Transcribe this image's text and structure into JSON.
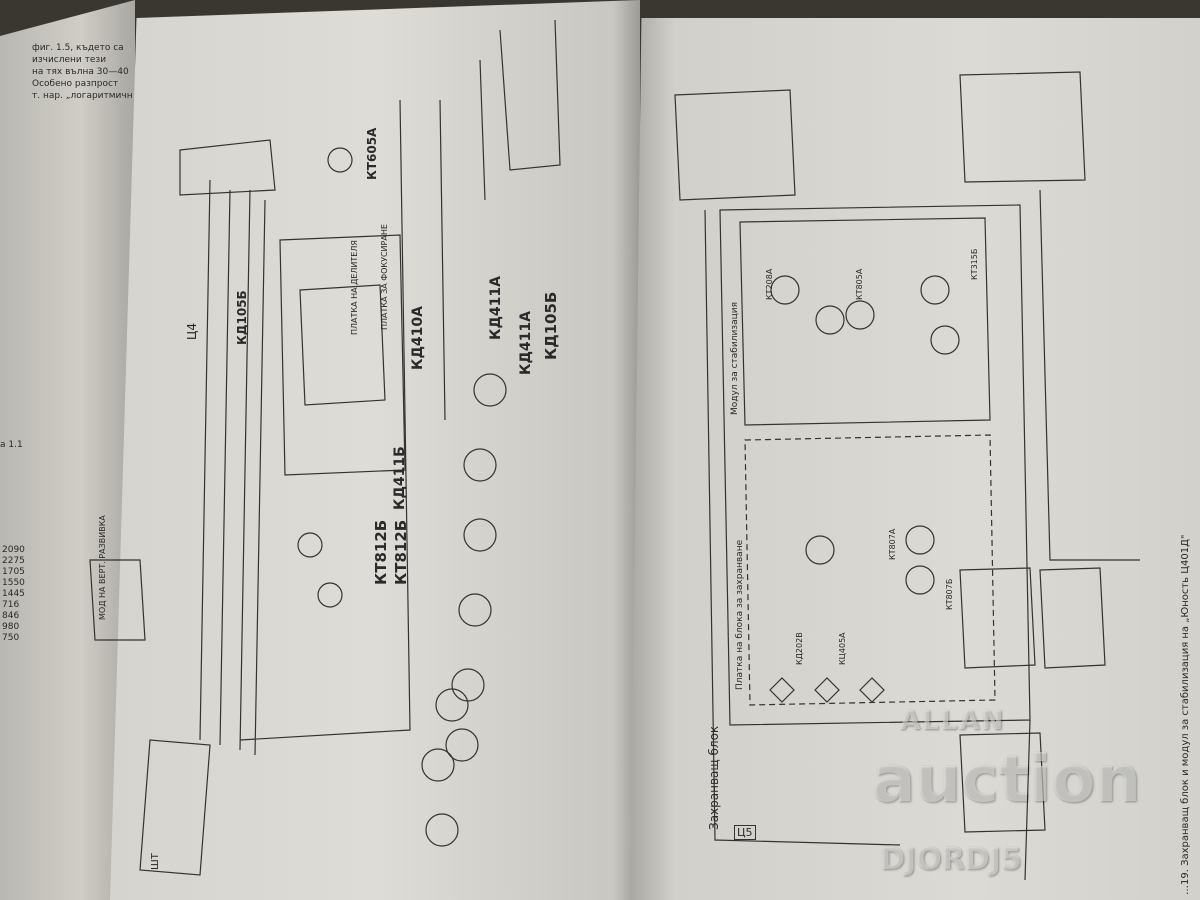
{
  "left_page": {
    "caption_lines": [
      "фиг. 1.5, където са",
      "изчислени тези",
      "на тях вълна 30—40",
      "Особено разпрост",
      "т. нар. „логаритмичн"
    ],
    "table_values": [
      "2090",
      "2275",
      "1705",
      "1550",
      "1445",
      "716",
      "846",
      "980",
      "750"
    ],
    "table_label": "а 1.1"
  },
  "middle_page": {
    "component_labels": [
      "КТ812Б",
      "КТ812Б",
      "КД411Б",
      "КД410А",
      "КД105Б",
      "КД411А",
      "КД411А",
      "КТ605А",
      "КД105Б",
      "Ц4",
      "ШТ"
    ],
    "board_labels": [
      "ПЛАТКА НА ДЕЛИТЕЛЯ",
      "ПЛАТКА ЗА ФОКУСИРАНЕ",
      "МОД НА ВЕРТ. РАЗВИВКА"
    ]
  },
  "right_page": {
    "title_block": "Захранващ блок",
    "block_id": "Ц5",
    "stabilizer_module": "Модул за стабилизация",
    "power_board": "Платка на блока за захранване",
    "caption": "…19. Захранващ блок и модул за стабилизация на „Юность Ц401Д\"",
    "component_labels": [
      "КТ805А",
      "КТ807А",
      "КТ807Б",
      "КД202В",
      "КЦ405А",
      "КТ315Б",
      "КТ208А"
    ]
  },
  "watermark": {
    "line1": "ALLAN",
    "line2": "auction",
    "line3": "DJORDJ5"
  },
  "colors": {
    "paper": "#dcdad4",
    "ink": "#2a2a2a",
    "background": "#3a3630"
  }
}
